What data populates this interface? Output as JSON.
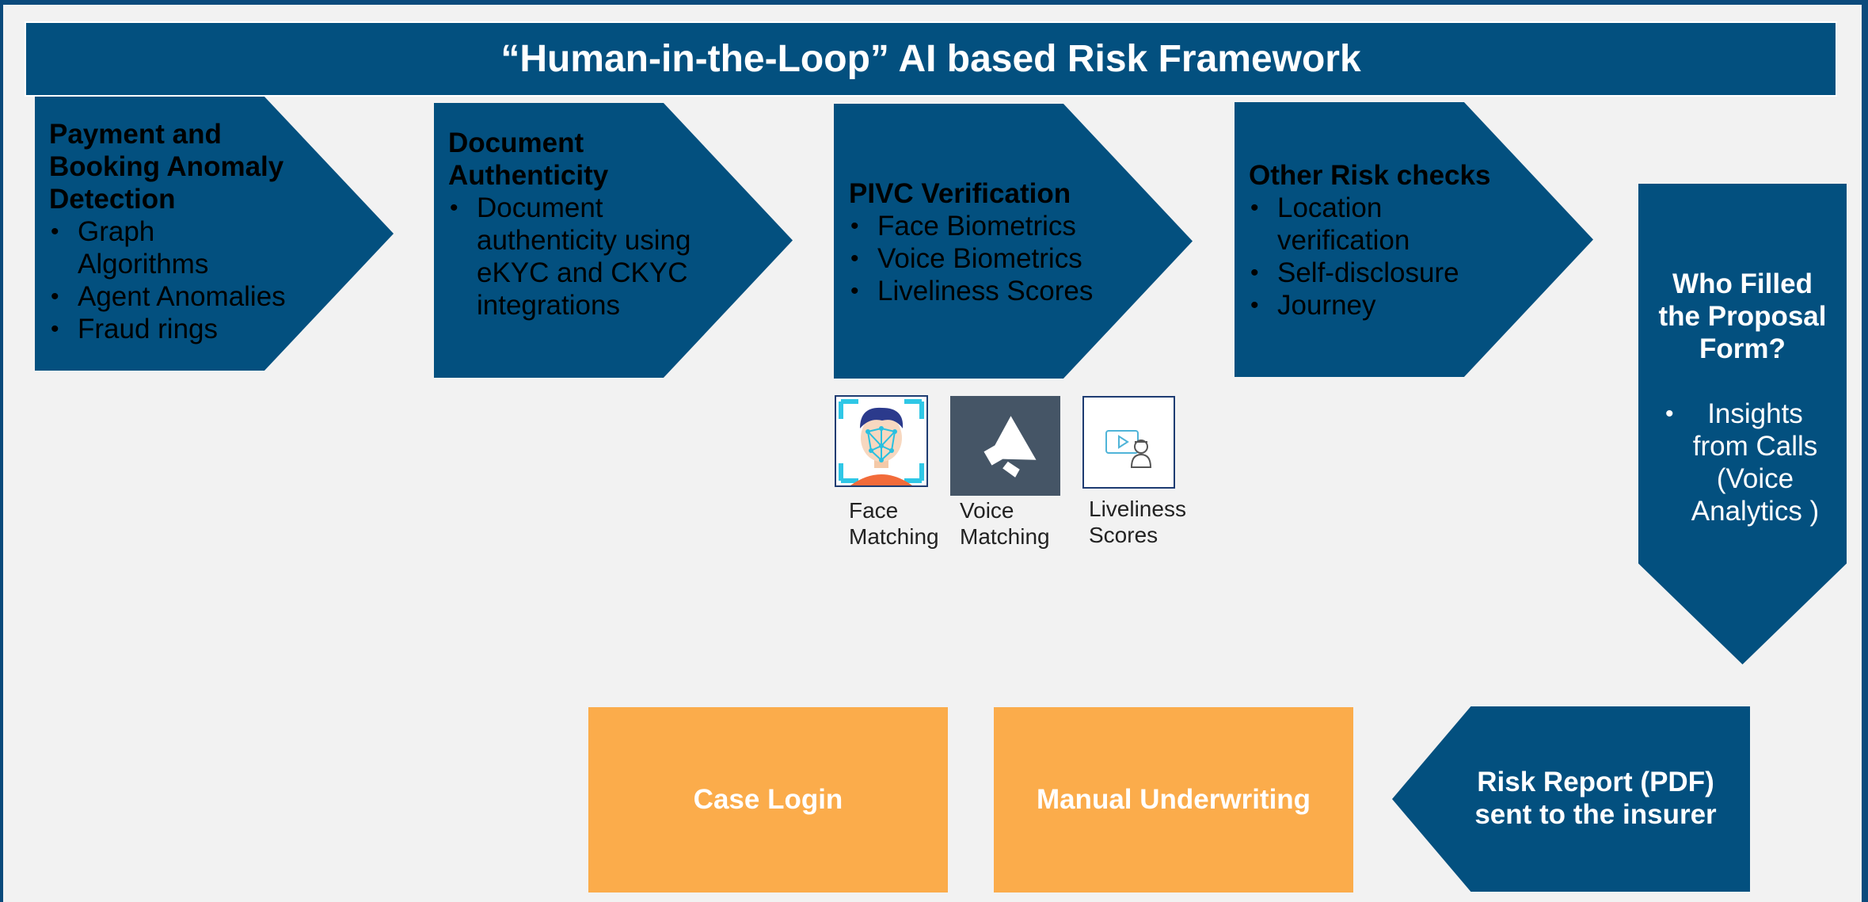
{
  "title": "“Human-in-the-Loop” AI based Risk Framework",
  "steps": [
    {
      "title_lines": [
        "Payment and",
        "Booking Anomaly",
        "Detection"
      ],
      "bullets": [
        "Graph Algorithms",
        "Agent Anomalies",
        "Fraud rings"
      ]
    },
    {
      "title_lines": [
        "Document",
        "Authenticity"
      ],
      "bullets": [
        "Document authenticity using eKYC and CKYC integrations"
      ]
    },
    {
      "title_lines": [
        "PIVC Verification"
      ],
      "bullets": [
        "Face Biometrics",
        "Voice Biometrics",
        "Liveliness Scores"
      ]
    },
    {
      "title_lines": [
        "Other Risk checks"
      ],
      "bullets": [
        "Location verification",
        "Self-disclosure",
        "Journey"
      ]
    }
  ],
  "who_filled": {
    "title_lines": [
      "Who Filled",
      "the Proposal",
      "Form?"
    ],
    "bullet": "Insights from Calls (Voice Analytics )"
  },
  "icons": [
    {
      "name": "face-matching-icon",
      "label_lines": [
        "Face",
        "Matching"
      ]
    },
    {
      "name": "voice-matching-icon",
      "label_lines": [
        "Voice",
        "Matching"
      ]
    },
    {
      "name": "liveliness-scores-icon",
      "label_lines": [
        "Liveliness",
        "Scores"
      ]
    }
  ],
  "bottom": {
    "case_login": "Case Login",
    "manual_underwriting": "Manual Underwriting",
    "risk_report_lines": [
      "Risk Report (PDF)",
      "sent to the insurer"
    ]
  },
  "colors": {
    "navy": "#03507f",
    "orange": "#fbac4b",
    "background": "#f2f2f2"
  }
}
